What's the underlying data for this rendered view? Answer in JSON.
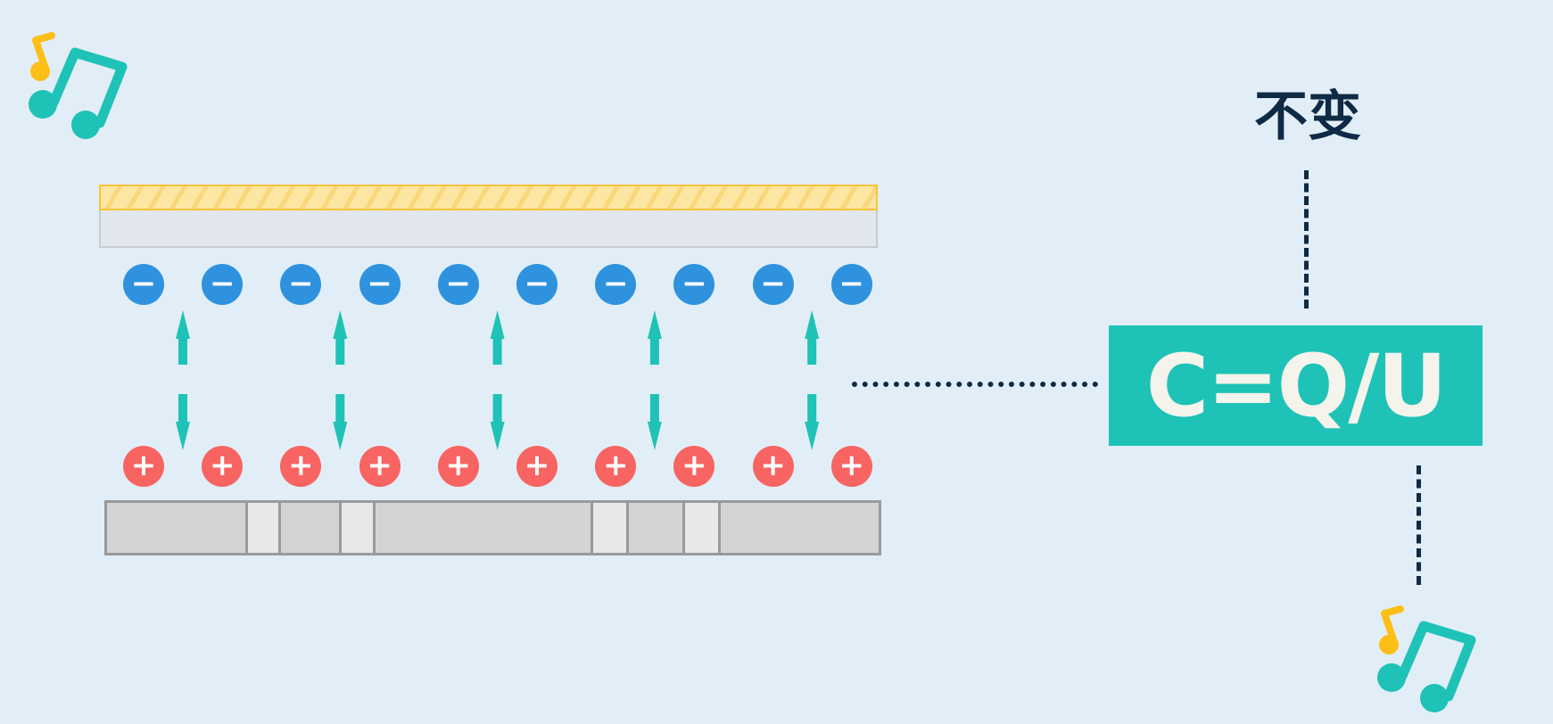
{
  "formula": {
    "text": "C=Q/U",
    "color": "#1fc2b6"
  },
  "label": {
    "text": "不变"
  },
  "charges": {
    "negative": {
      "symbol": "−",
      "count": 10,
      "color": "#2f92de"
    },
    "positive": {
      "symbol": "+",
      "count": 10,
      "color": "#f76462"
    }
  },
  "field_arrows": {
    "count": 5,
    "color": "#1fc2b6"
  },
  "icons": [
    "music-note-icon",
    "music-note-icon"
  ]
}
